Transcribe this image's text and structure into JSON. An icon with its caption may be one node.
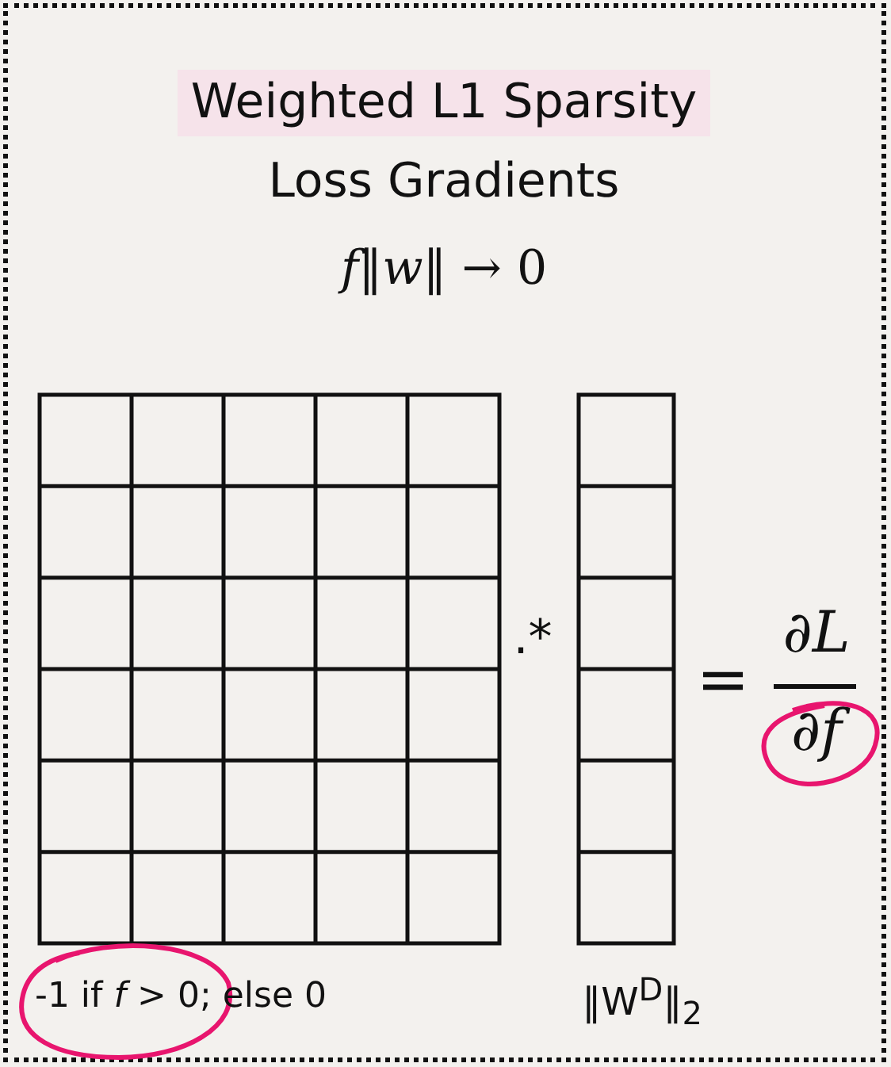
{
  "diagram": {
    "title": "Weighted L1 Sparsity Loss Gradients",
    "labels": [
      "*f*‖*w*‖ → 0",
      ".*",
      "=",
      "∂L",
      "∂f",
      "-1 if *f* > 0; else 0",
      "‖W$^{D}$‖$_{2}$"
    ]
  }
}
